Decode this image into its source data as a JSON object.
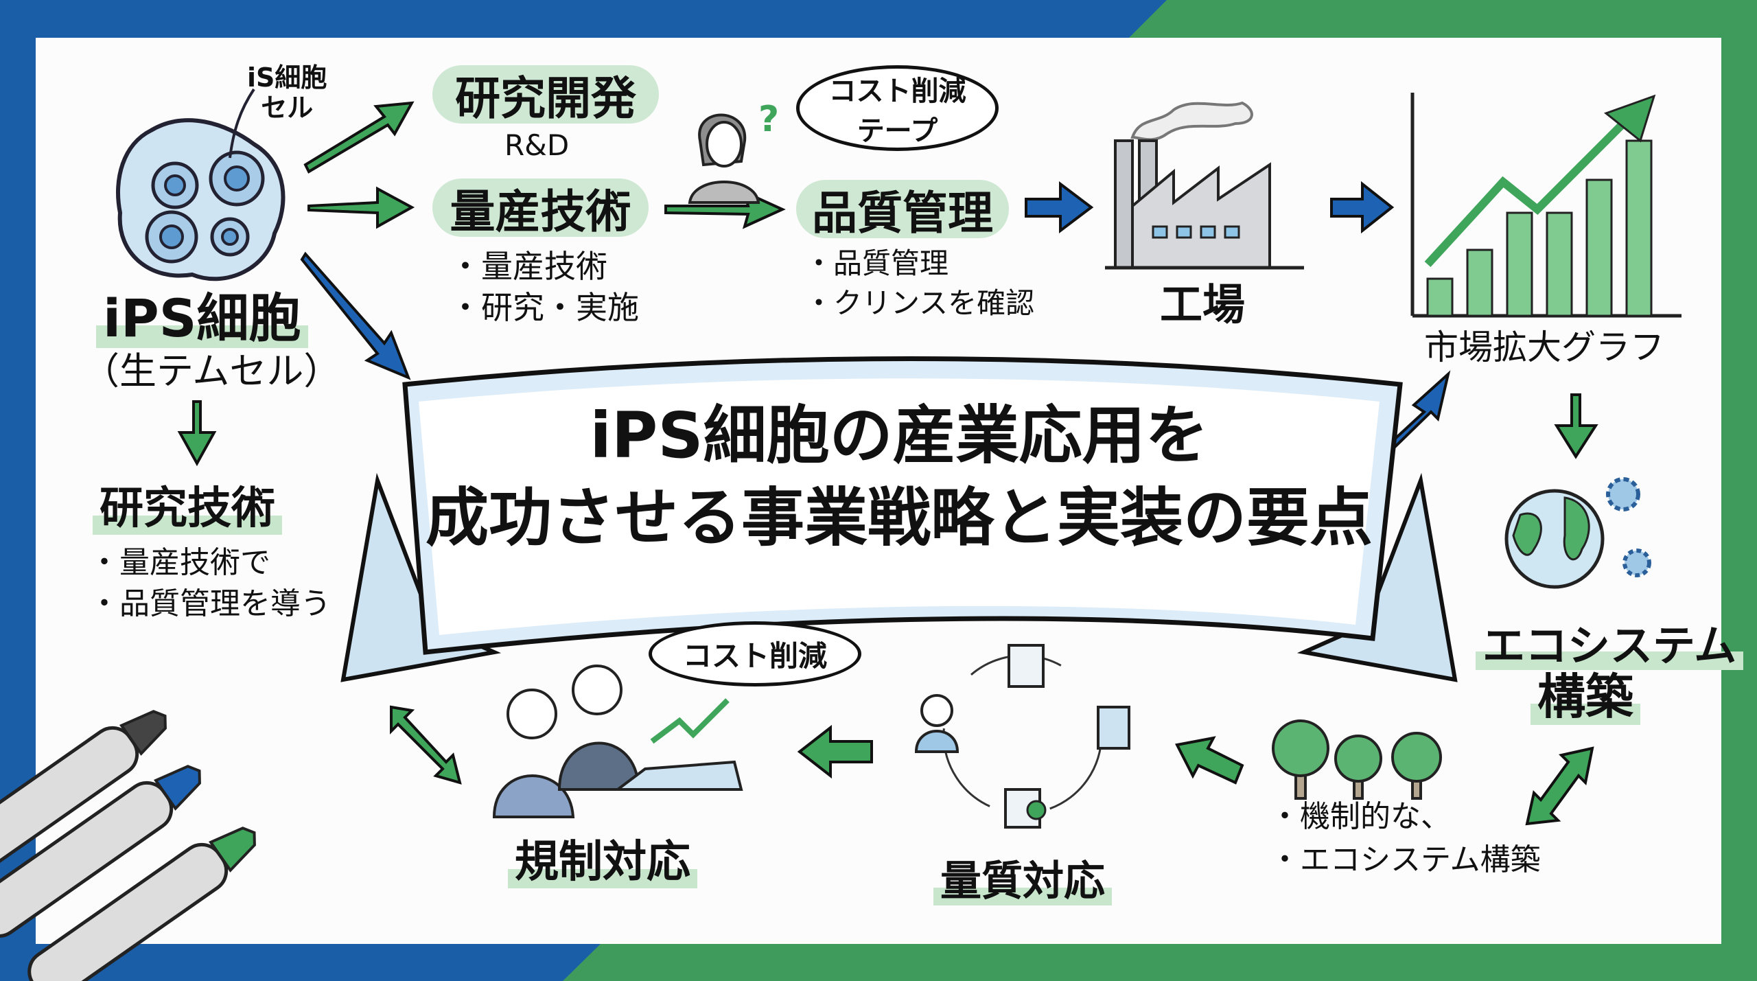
{
  "title": {
    "line1": "iPS細胞の産業応用を",
    "line2": "成功させる事業戦略と実装の要点"
  },
  "cell": {
    "callout": [
      "iS細胞",
      "セル"
    ],
    "label": "iPS細胞",
    "sublabel": "（生テムセル）"
  },
  "research_dev": {
    "label": "研究開発",
    "sub": "R&D"
  },
  "mass_production": {
    "label": "量産技術",
    "bullets": [
      "・量産技術",
      "・研究・実施"
    ]
  },
  "person_question": "?",
  "cost_bubble_top": [
    "コスト削減",
    "テープ"
  ],
  "quality": {
    "label": "品質管理",
    "bullets": [
      "・品質管理",
      "・クリンスを確認"
    ]
  },
  "factory": {
    "label": "工場"
  },
  "market_chart": {
    "label": "市場拡大グラフ",
    "bars": [
      0.18,
      0.32,
      0.5,
      0.5,
      0.66,
      0.85
    ]
  },
  "ecosystem": {
    "label1": "エコシステム",
    "label2": "構築",
    "bullets": [
      "・機制的な、",
      "・エコシステム構築"
    ]
  },
  "research_tech": {
    "label": "研究技術",
    "bullets": [
      "・量産技術で",
      "・品質管理を導う"
    ]
  },
  "regulation": {
    "label": "規制対応",
    "bubble": "コスト削減"
  },
  "quality_response": {
    "label": "量質対応"
  },
  "colors": {
    "blue": "#1b5ea8",
    "green": "#3f9b5b",
    "pill": "#cfe8d3",
    "arrow_green": "#3fa55a",
    "arrow_blue": "#1d62b3"
  }
}
